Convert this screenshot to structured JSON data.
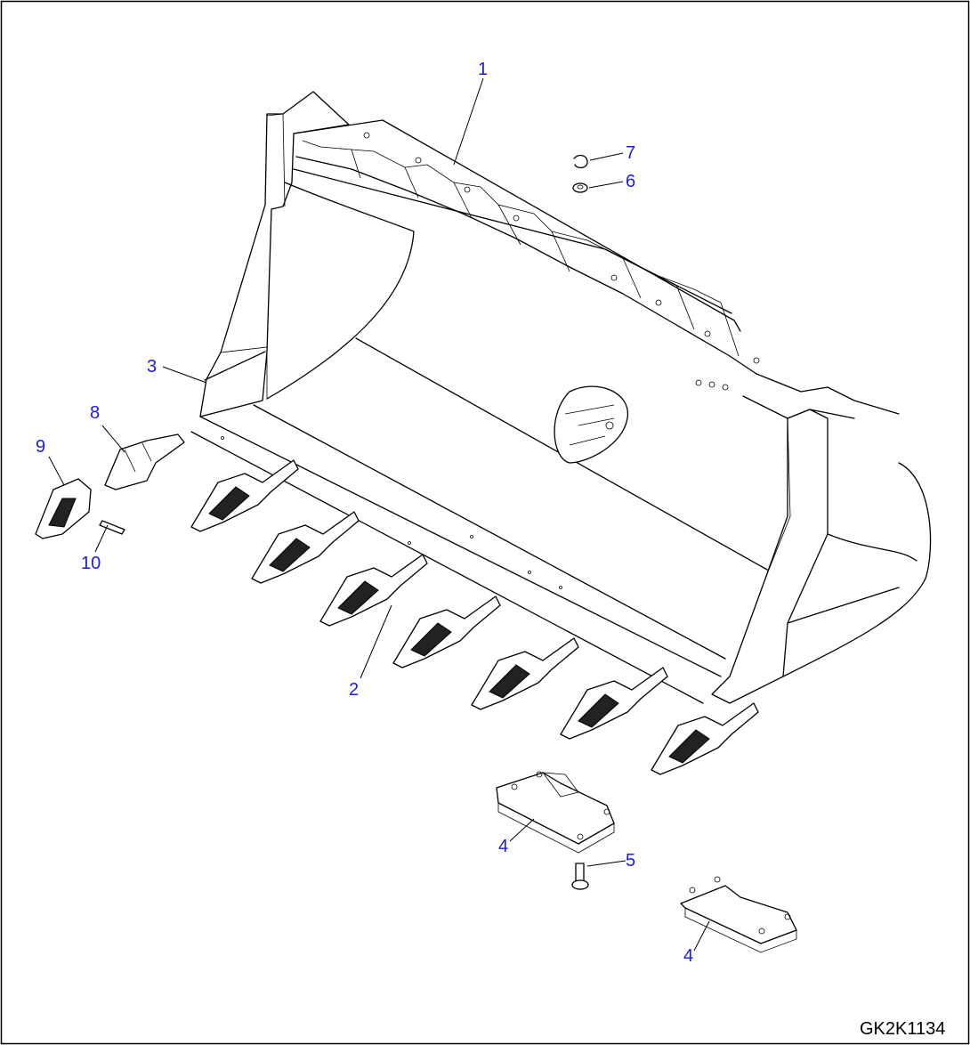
{
  "drawing": {
    "id_label": "GK2K1134",
    "border_color": "#000000",
    "callout_color": "#1a1ae6"
  },
  "callouts": [
    {
      "key": "c1",
      "label": "1"
    },
    {
      "key": "c2",
      "label": "2"
    },
    {
      "key": "c3",
      "label": "3"
    },
    {
      "key": "c4a",
      "label": "4"
    },
    {
      "key": "c4b",
      "label": "4"
    },
    {
      "key": "c5",
      "label": "5"
    },
    {
      "key": "c6",
      "label": "6"
    },
    {
      "key": "c7",
      "label": "7"
    },
    {
      "key": "c8",
      "label": "8"
    },
    {
      "key": "c9",
      "label": "9"
    },
    {
      "key": "c10",
      "label": "10"
    }
  ]
}
